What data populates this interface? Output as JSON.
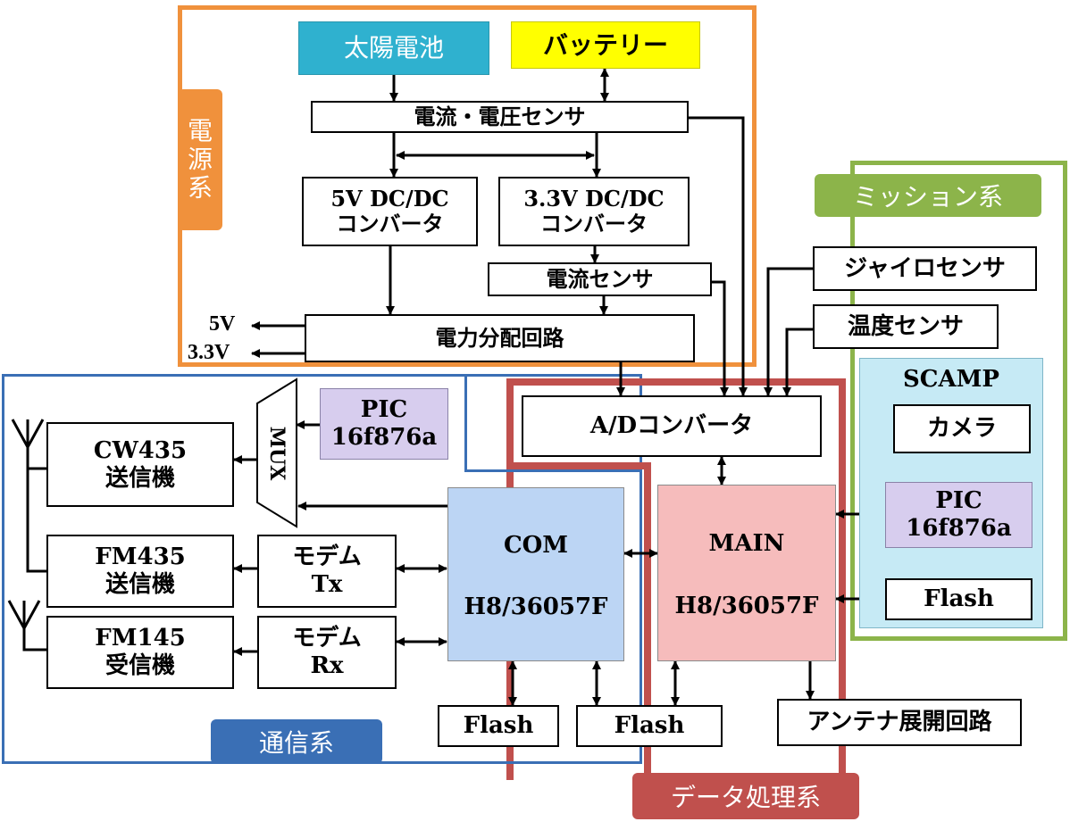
{
  "groups": {
    "power": {
      "label": "電\n源\n系",
      "color": "#f0913c"
    },
    "comm": {
      "label": "通信系",
      "color": "#3a6fb5"
    },
    "data": {
      "label": "データ処理系",
      "color": "#c0504d"
    },
    "mission": {
      "label": "ミッション系",
      "color": "#8cb44a"
    }
  },
  "power_sources": {
    "solar": "太陽電池",
    "battery": "バッテリー"
  },
  "blocks": {
    "vi_sensor": "電流・電圧センサ",
    "dcdc5": [
      "5V DC/DC",
      "コンバータ"
    ],
    "dcdc33": [
      "3.3V DC/DC",
      "コンバータ"
    ],
    "current_sensor": "電流センサ",
    "power_dist": "電力分配回路",
    "out_5v": "5V",
    "out_33v": "3.3V",
    "gyro": "ジャイロセンサ",
    "temp": "温度センサ",
    "scamp_title": "SCAMP",
    "camera": "カメラ",
    "pic_scamp": [
      "PIC",
      "16f876a"
    ],
    "flash_scamp": "Flash",
    "adc": "A/Dコンバータ",
    "main": [
      "MAIN",
      "H8/36057F"
    ],
    "com": [
      "COM",
      "H8/36057F"
    ],
    "pic_comm": [
      "PIC",
      "16f876a"
    ],
    "mux": "MUX",
    "cw435": [
      "CW435",
      "送信機"
    ],
    "fm435": [
      "FM435",
      "送信機"
    ],
    "fm145": [
      "FM145",
      "受信機"
    ],
    "modem_tx": [
      "モデム",
      "Tx"
    ],
    "modem_rx": [
      "モデム",
      "Rx"
    ],
    "flash_com": "Flash",
    "flash_main": "Flash",
    "antenna": "アンテナ展開回路"
  },
  "colors": {
    "solar_fill": "#2fb1cf",
    "battery_fill": "#ffff00",
    "scamp_fill": "#c6eaf5",
    "pic_fill": "#d7cdee",
    "com_fill": "#bcd5f4",
    "main_fill": "#f6bcbc"
  }
}
